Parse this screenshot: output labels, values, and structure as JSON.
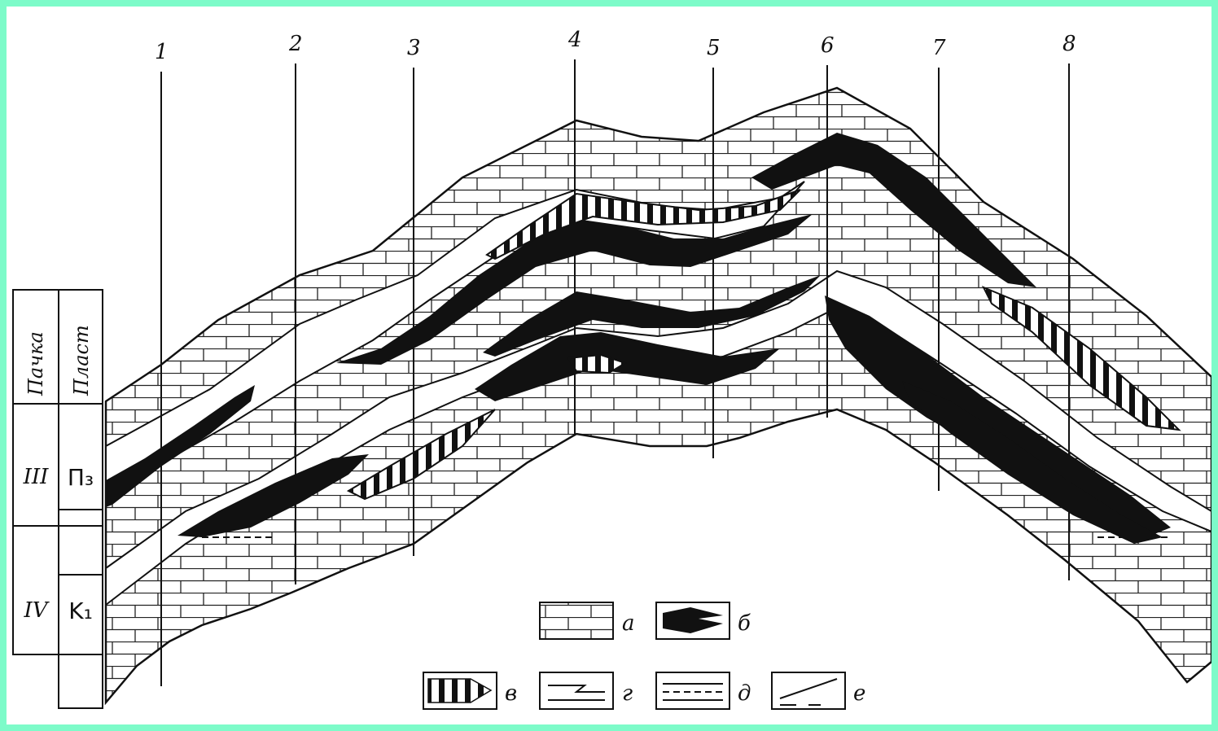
{
  "wells": [
    "1",
    "2",
    "3",
    "4",
    "5",
    "6",
    "7",
    "8"
  ],
  "table": {
    "col_headers": [
      "Пачка",
      "Пласт"
    ],
    "rows": [
      {
        "pachka": "III",
        "plast": "П₃"
      },
      {
        "pachka": "IV",
        "plast": "K₁"
      }
    ]
  },
  "legend": [
    {
      "key": "a",
      "label": "а",
      "pattern": "limestone"
    },
    {
      "key": "b",
      "label": "б",
      "pattern": "black-lens"
    },
    {
      "key": "v",
      "label": "в",
      "pattern": "hatched-lens"
    },
    {
      "key": "g",
      "label": "г",
      "pattern": "pinch-out"
    },
    {
      "key": "d",
      "label": "д",
      "pattern": "dashed-contact"
    },
    {
      "key": "e",
      "label": "е",
      "pattern": "boundary"
    }
  ],
  "colors": {
    "background": "#7dfbc9",
    "paper": "#ffffff",
    "ink": "#111111"
  }
}
